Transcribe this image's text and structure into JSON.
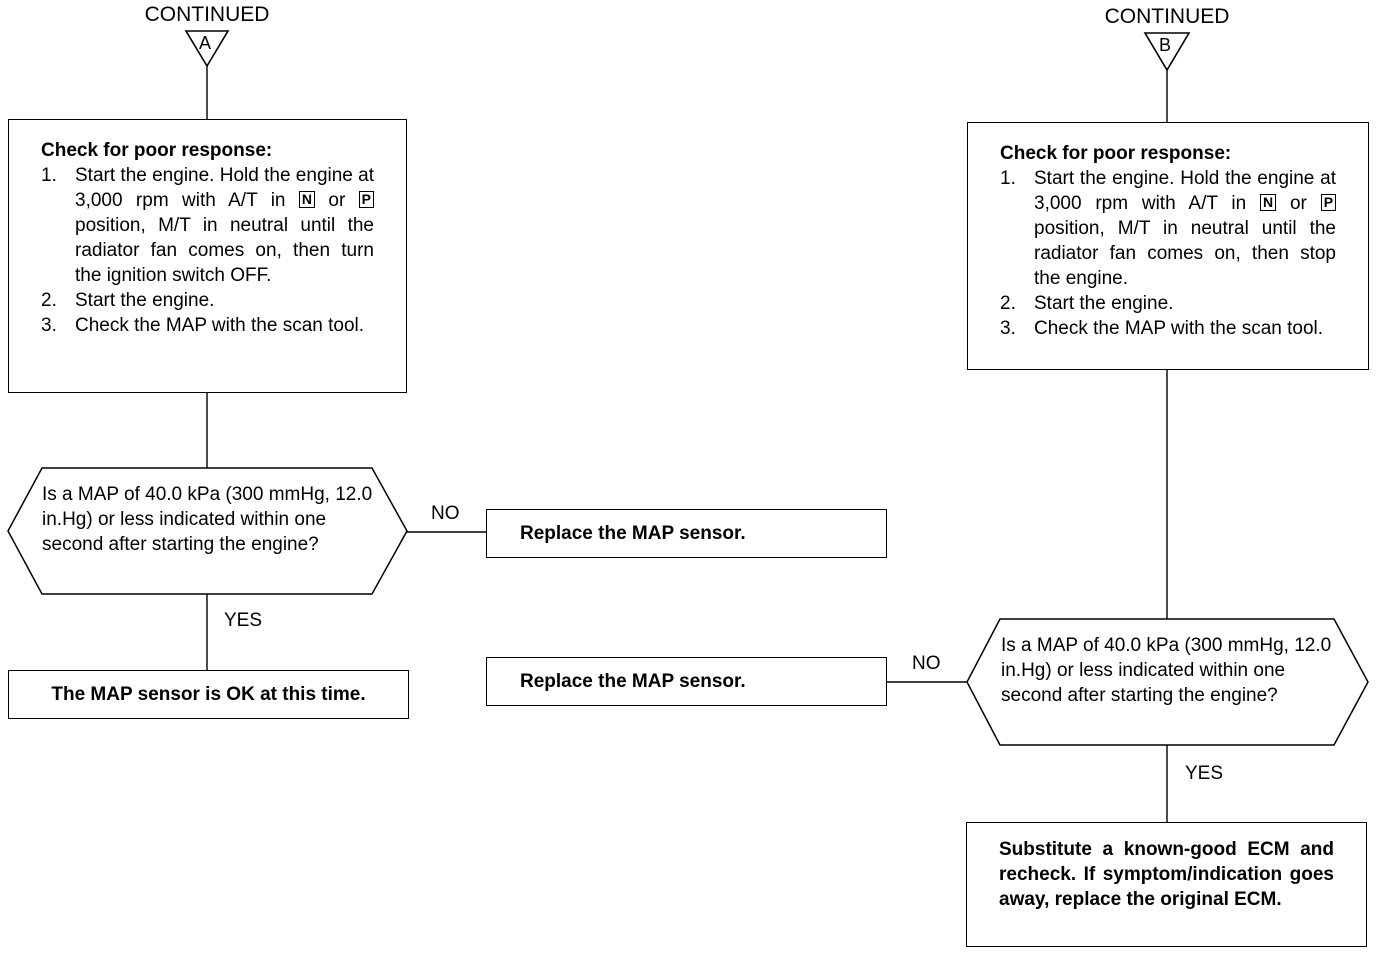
{
  "continued_label": "CONTINUED",
  "connector_a": "A",
  "connector_b": "B",
  "left_branch": {
    "check_title": "Check for poor response:",
    "steps": [
      {
        "num": "1.",
        "before_n": "Start the engine. Hold the engine at 3,000 rpm with A/T in",
        "key_n": "N",
        "or": "or",
        "key_p": "P",
        "after_p": "position, M/T in neutral until the radiator fan comes on, then turn the ignition switch OFF."
      },
      {
        "num": "2.",
        "text": "Start the engine."
      },
      {
        "num": "3.",
        "text": "Check the MAP with the scan tool."
      }
    ],
    "question": "Is a MAP of 40.0 kPa (300 mmHg, 12.0 in.Hg) or less indicated within one second after starting the engine?",
    "no_label": "NO",
    "no_action": "Replace the MAP sensor.",
    "yes_label": "YES",
    "yes_result": "The MAP sensor is OK at this time."
  },
  "right_branch": {
    "check_title": "Check for poor response:",
    "steps": [
      {
        "num": "1.",
        "before_n": "Start the engine. Hold the engine at 3,000 rpm with A/T in",
        "key_n": "N",
        "or": "or",
        "key_p": "P",
        "after_p": "position, M/T in neutral until the radiator fan comes on, then stop the engine."
      },
      {
        "num": "2.",
        "text": "Start the engine."
      },
      {
        "num": "3.",
        "text": "Check the MAP with the scan tool."
      }
    ],
    "question": "Is a MAP of 40.0 kPa (300 mmHg, 12.0 in.Hg) or less indicated within one second after starting the engine?",
    "no_label": "NO",
    "no_action": "Replace the MAP sensor.",
    "yes_label": "YES",
    "yes_result": "Substitute a known-good ECM and recheck. If symptom/indication goes away, replace the original ECM."
  }
}
